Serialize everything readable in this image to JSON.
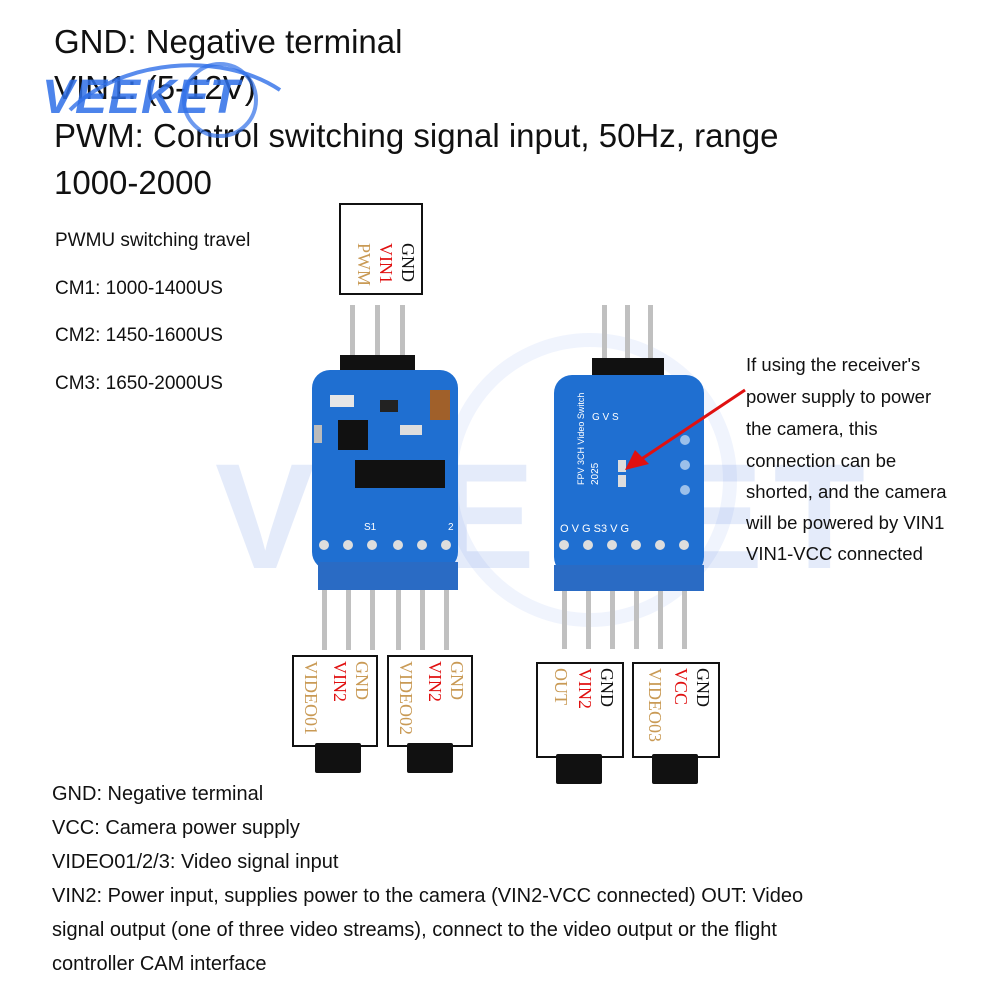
{
  "brand": {
    "logo_text": "VEEKET",
    "watermark_text": "VEEKET"
  },
  "header": {
    "lines": [
      "GND: Negative terminal",
      "VIN1: (5-12V)",
      "PWM: Control switching signal input, 50Hz, range",
      "1000-2000"
    ]
  },
  "travel": {
    "title": "PWMU switching travel",
    "cm1": "CM1: 1000-1400US",
    "cm2": "CM2: 1450-1600US",
    "cm3": "CM3: 1650-2000US"
  },
  "pins": {
    "input": {
      "gnd": "GND",
      "vin1": "VIN1",
      "pwm": "PWM"
    },
    "out1": {
      "gnd": "GND",
      "vin2": "VIN2",
      "video": "VIDEO01"
    },
    "out2": {
      "gnd": "GND",
      "vin2": "VIN2",
      "video": "VIDEO02"
    },
    "out3": {
      "gnd": "GND",
      "vin2": "VIN2",
      "out": "OUT"
    },
    "out4": {
      "gnd": "GND",
      "vcc": "VCC",
      "video": "VIDEO03"
    }
  },
  "board": {
    "silk_model": "FPV 3CH Video Switch",
    "silk_year": "2025",
    "silk_s1": "S1",
    "silk_s2": "2",
    "silk_row": "O  V  G  S3  V  G",
    "silk_top": "G  V  S"
  },
  "note": {
    "lines": [
      "If using the receiver's",
      "power supply to power",
      "the camera, this",
      "connection can be",
      "shorted, and the camera",
      "will be powered by VIN1",
      "VIN1-VCC connected"
    ]
  },
  "legend": {
    "lines": [
      "GND: Negative terminal",
      "VCC: Camera power supply",
      "VIDEO01/2/3: Video signal input",
      "VIN2: Power input, supplies power to the camera (VIN2-VCC connected) OUT: Video",
      "signal output (one of three video streams), connect to the video output or the flight",
      "controller CAM interface"
    ]
  },
  "colors": {
    "pcb_blue": "#1f6fd1",
    "pin_red": "#e01010",
    "pin_tan": "#c99a55",
    "arrow_red": "#e01010"
  }
}
